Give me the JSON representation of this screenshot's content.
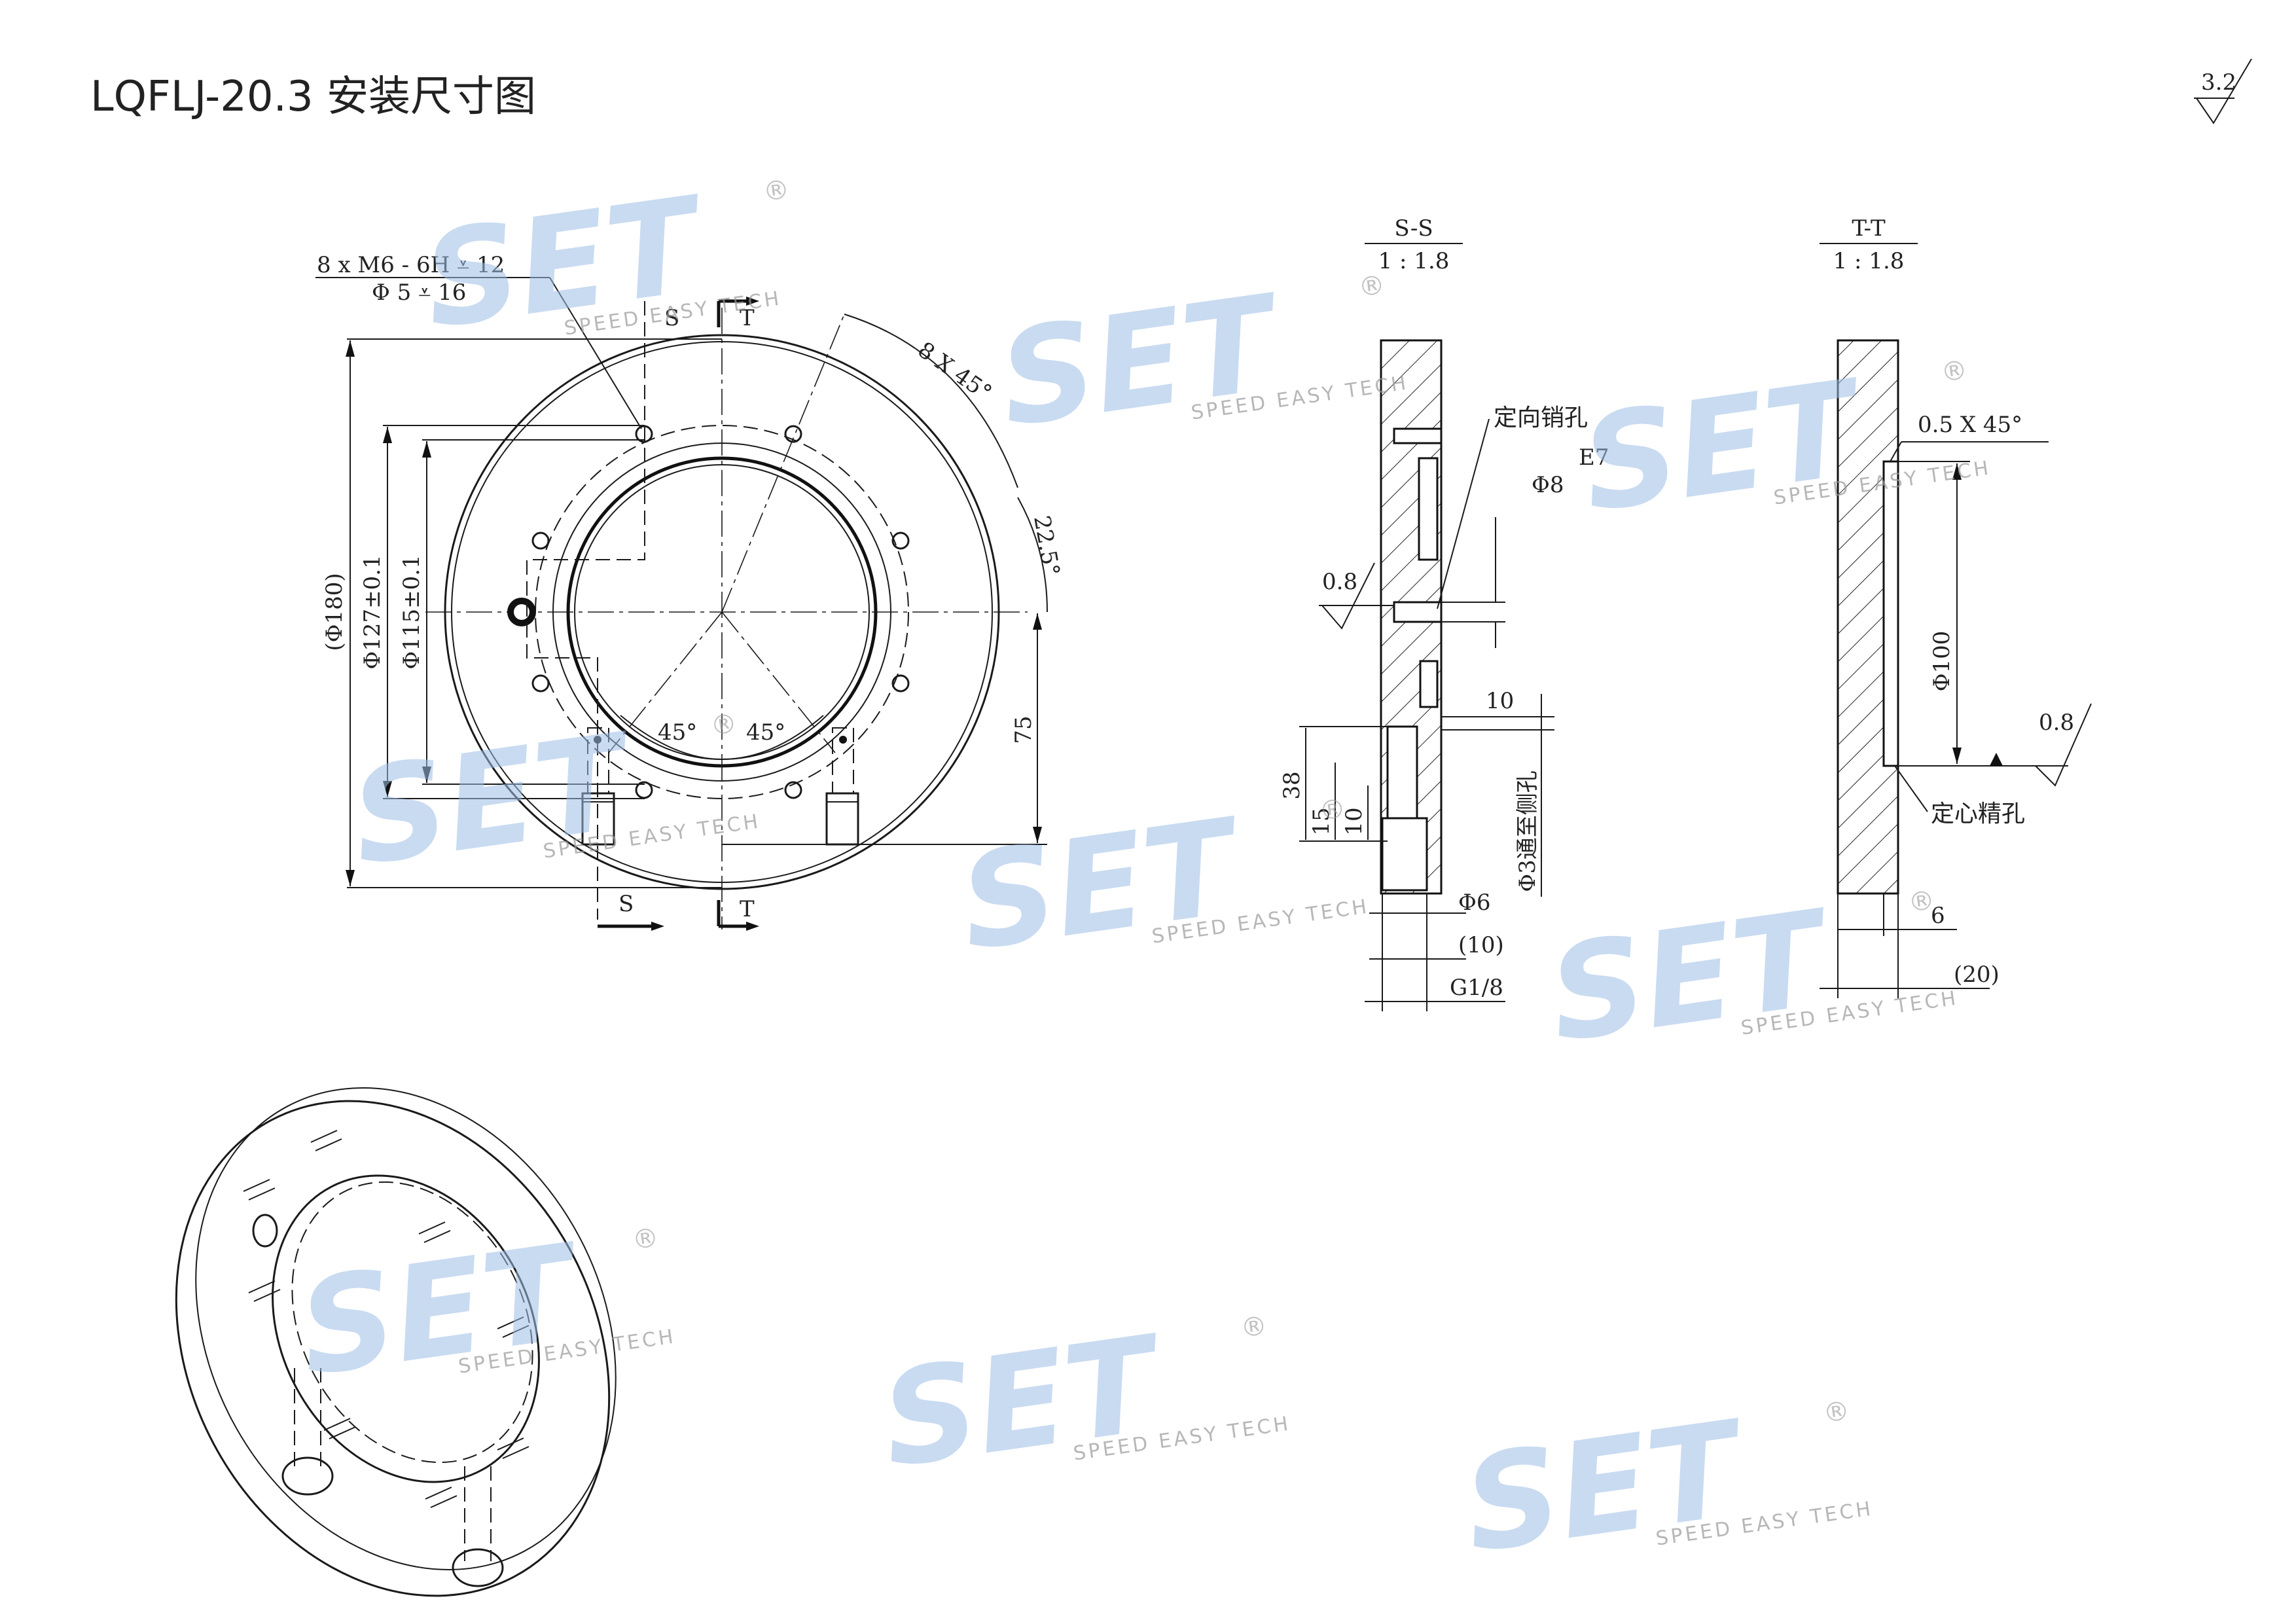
{
  "title": "LQFLJ-20.3 安装尺寸图",
  "roughness_general": "3.2",
  "front_view": {
    "hole_callout_line1": "8 x  M6 - 6H ⩡ 12",
    "hole_callout_line2": "Φ 5 ⩡ 16",
    "section_s": "S",
    "section_t": "T",
    "angle_holes": "8 X 45°",
    "angle_offset": "22.5°",
    "dim_outer": "(Φ180)",
    "dim_pcd": "Φ127±0.1",
    "dim_inner": "Φ115±0.1",
    "dim_height": "75",
    "angle_left": "45°",
    "angle_right": "45°"
  },
  "section_ss": {
    "title": "S-S",
    "scale": "1 : 1.8",
    "label_pin_hole": "定向销孔",
    "pin_diameter": "Φ8",
    "pin_tolerance": "E7",
    "roughness": "0.8",
    "dim_10": "10",
    "dim_38": "38",
    "dim_15": "15",
    "dim_10b": "10",
    "side_hole": "Φ3通至侧孔",
    "dim_phi6": "Φ6",
    "dim_10_ref": "(10)",
    "thread": "G1/8"
  },
  "section_tt": {
    "title": "T-T",
    "scale": "1 : 1.8",
    "chamfer": "0.5 X 45°",
    "dim_phi100": "Φ100",
    "roughness": "0.8",
    "label_center_bore": "定心精孔",
    "dim_6": "6",
    "dim_20_ref": "(20)"
  },
  "watermark": {
    "word": "SET",
    "tagline": "SPEED EASY TECH",
    "registered": "®"
  }
}
